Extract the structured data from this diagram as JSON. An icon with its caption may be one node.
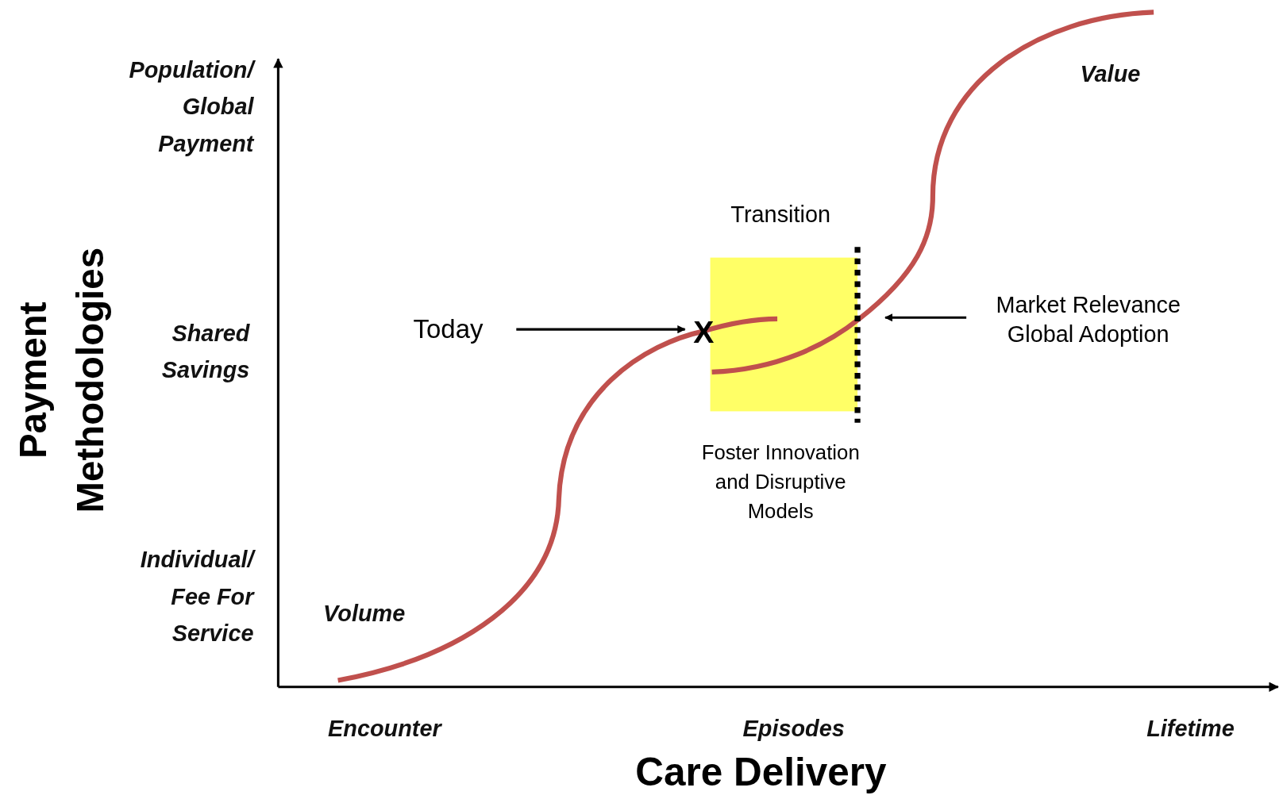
{
  "diagram": {
    "nodes": [
      {
        "text": [
          "Today"
        ]
      },
      {
        "text": [
          "X"
        ]
      },
      {
        "text": [
          "Transition"
        ],
        "beside": [
          "Foster Innovation and Disruptive Models"
        ]
      },
      {
        "text": [
          "Market Relevance Global Adoption"
        ]
      }
    ],
    "edges": [
      {
        "from": 0,
        "to": 1,
        "arrow": "to"
      },
      {
        "from": 3,
        "to": 2,
        "arrow": "to"
      }
    ],
    "labels": [
      "Value",
      "Population/ Global Payment",
      "Payment Methodologies",
      "Shared Savings",
      "Individual/ Fee For Service",
      "Volume",
      "Encounter",
      "Episodes",
      "Lifetime",
      "Care Delivery"
    ]
  }
}
